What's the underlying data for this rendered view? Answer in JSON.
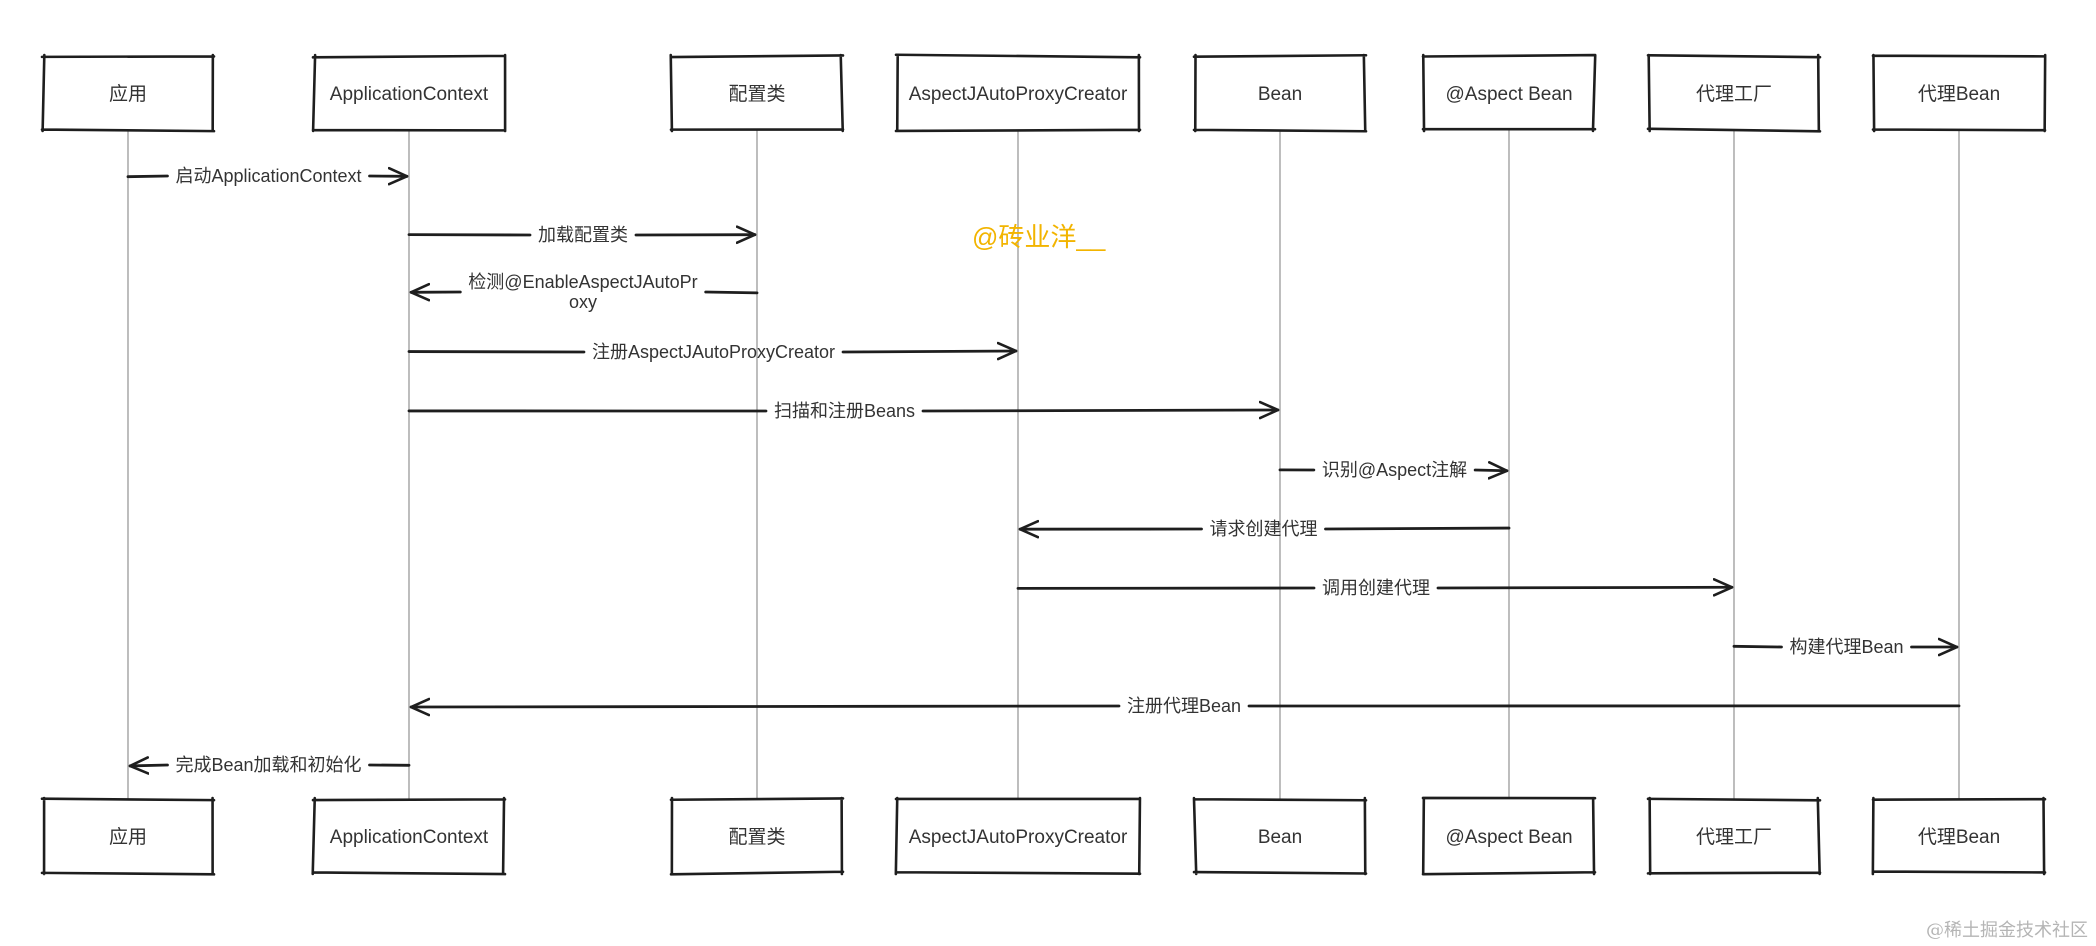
{
  "participants": [
    {
      "id": "app",
      "label": "应用"
    },
    {
      "id": "ctx",
      "label": "ApplicationContext"
    },
    {
      "id": "cfg",
      "label": "配置类"
    },
    {
      "id": "apc",
      "label": "AspectJAutoProxyCreator"
    },
    {
      "id": "bean",
      "label": "Bean"
    },
    {
      "id": "aspect",
      "label": "@Aspect Bean"
    },
    {
      "id": "factory",
      "label": "代理工厂"
    },
    {
      "id": "proxy",
      "label": "代理Bean"
    }
  ],
  "messages": [
    {
      "from": "app",
      "to": "ctx",
      "lines": [
        "启动ApplicationContext"
      ]
    },
    {
      "from": "ctx",
      "to": "cfg",
      "lines": [
        "加载配置类"
      ]
    },
    {
      "from": "cfg",
      "to": "ctx",
      "lines": [
        "检测@EnableAspectJAutoPr",
        "oxy"
      ]
    },
    {
      "from": "ctx",
      "to": "apc",
      "lines": [
        "注册AspectJAutoProxyCreator"
      ]
    },
    {
      "from": "ctx",
      "to": "bean",
      "lines": [
        "扫描和注册Beans"
      ]
    },
    {
      "from": "bean",
      "to": "aspect",
      "lines": [
        "识别@Aspect注解"
      ]
    },
    {
      "from": "aspect",
      "to": "apc",
      "lines": [
        "请求创建代理"
      ]
    },
    {
      "from": "apc",
      "to": "factory",
      "lines": [
        "调用创建代理"
      ]
    },
    {
      "from": "factory",
      "to": "proxy",
      "lines": [
        "构建代理Bean"
      ]
    },
    {
      "from": "proxy",
      "to": "ctx",
      "lines": [
        "注册代理Bean"
      ]
    },
    {
      "from": "ctx",
      "to": "app",
      "lines": [
        "完成Bean加载和初始化"
      ]
    }
  ],
  "watermark": {
    "text": "@砖业洋__",
    "color": "#f2b400"
  },
  "footer": {
    "text": "@稀土掘金技术社区"
  },
  "colors": {
    "stroke": "#1e1e1e",
    "lifeline": "#9a9a9a",
    "text": "#333333"
  }
}
